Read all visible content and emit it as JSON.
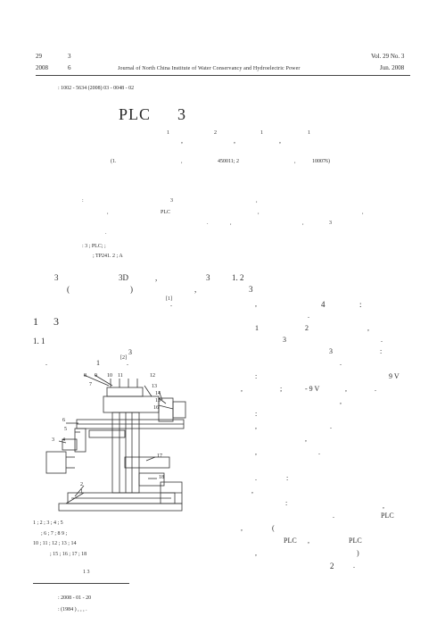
{
  "header": {
    "volume_left": "29",
    "issue_left": "3",
    "year_left": "2008",
    "month_left": "6",
    "journal": "Journal of North China Institute of Water Conservancy and Hydroelectric Power",
    "volume_right": "Vol. 29 No. 3",
    "date_right": "Jun.   2008"
  },
  "article": {
    "code": ": 1002 - 5634 (2008) 03 - 0048 - 02",
    "title_plc": "PLC",
    "title_num": "3",
    "aff_marks": [
      "1",
      "2",
      "1",
      "1"
    ],
    "aff_commas": [
      ",",
      ",",
      ","
    ],
    "affiliation_1": "(1.",
    "aff_comma_a": ",",
    "postcode_1": "450011;  2",
    "aff_comma_b": ",",
    "postcode_2": "100076)"
  },
  "abstract": {
    "colon": ":",
    "n3": "3",
    "comma_a": ",",
    "comma_b": ",",
    "plc": "PLC",
    "comma_c": ",",
    "comma_d": ",",
    "dot_a": ".",
    "comma_e": ",",
    "comma_f": ",",
    "n3b": "3",
    "dot_b": "."
  },
  "keywords": {
    "line": ": 3                         ; PLC;              ;",
    "class_line": "; TP241. 2                         ; A"
  },
  "intro": {
    "n3": "3",
    "n3d": "3D",
    "comma_a": ",",
    "n3b": "3",
    "sec12": "1. 2",
    "paren_open": "(",
    "paren_close": ")",
    "comma_b": ",",
    "n3c": "3",
    "ref1": "[1]",
    "dot": "."
  },
  "section1": {
    "num": "1",
    "num3": "3",
    "sub": "1. 1"
  },
  "left_text": {
    "n3": "3",
    "fig_ref": "1",
    "ref2": "[2]",
    "dot_a": ".",
    "dot_b": "."
  },
  "figure": {
    "labels": [
      "1",
      "2",
      "3",
      "4",
      "5",
      "6",
      "7",
      "8",
      "9",
      "10",
      "11",
      "12",
      "13",
      "14",
      "15",
      "16",
      "17",
      "18"
    ],
    "caption_1": "1       ; 2               ; 3               ; 4                        ; 5",
    "caption_2": "; 6          ; 7                        ; 8                     9                ;",
    "caption_3": "10          ; 11                       ; 12                  ; 13                 ; 14",
    "caption_4": "; 15                 ; 16                ; 17               ; 18",
    "fig_title": "1      3"
  },
  "right_text": {
    "comma_a": ",",
    "n4": "4",
    "colon_a": ":",
    "dot_a": ".",
    "r1": "1",
    "r2": "2",
    "comma_b": ",",
    "n3": "3",
    "dot_b": ".",
    "n3b": "3",
    "colon_b": ":",
    "dot_c": ".",
    "colon_c": ":",
    "v9": "9 V",
    "comma_c": ",",
    "semi": ";",
    "vneg9": "- 9 V",
    "comma_d": ",",
    "dot_d": ".",
    "comma_e": ",",
    "colon_d": ":",
    "comma_f": ",",
    "dot_e": ".",
    "comma_g": ",",
    "comma_h": ",",
    "dot_f": ".",
    "colon_e": ":",
    "dot_g": ".",
    "comma_i": ",",
    "colon_f": ":",
    "comma_j": ",",
    "dot_h": ".",
    "plc_a": "PLC",
    "comma_k": ",",
    "paren": "(",
    "plc_b": "PLC",
    "comma_l": ",",
    "plc_c": "PLC",
    "comma_m": ",",
    "paren_c": ")",
    "n2": "2",
    "dot_i": "."
  },
  "footnote": {
    "received": ": 2008 - 01 - 20",
    "bio": ":      (1984     ) ,     ,                      ,                           ."
  }
}
